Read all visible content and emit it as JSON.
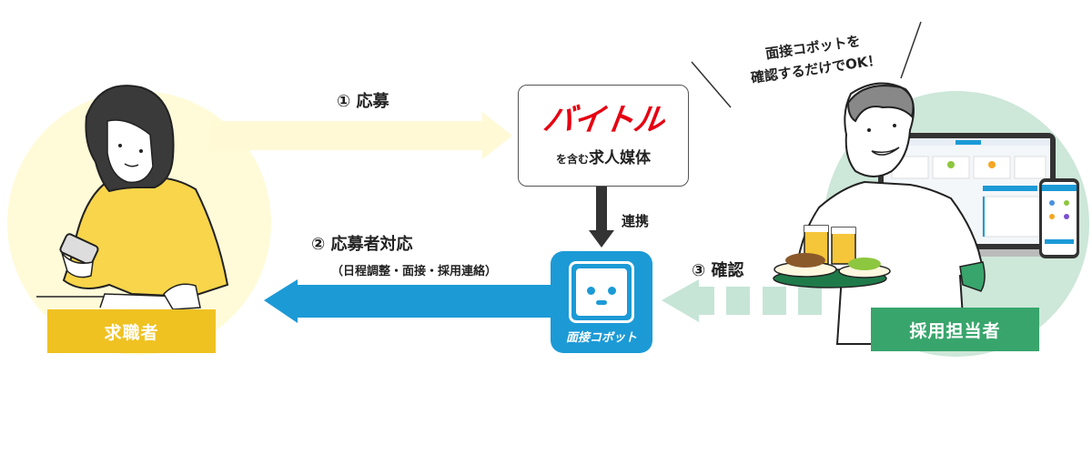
{
  "diagram": {
    "seeker": {
      "label": "求職者",
      "color": "#efc222"
    },
    "recruiter": {
      "label": "採用担当者",
      "color": "#38a56c"
    },
    "media": {
      "logo": "バイトル",
      "sub_prefix": "を含む",
      "sub_main": "求人媒体",
      "logo_color": "#e60012"
    },
    "robot": {
      "name": "面接コボット",
      "color": "#1c9ad6"
    },
    "steps": {
      "apply": "① 応募",
      "link": "連携",
      "respond": "② 応募者対応",
      "respond_detail": "（日程調整・面接・採用連絡）",
      "confirm": "③ 確認"
    },
    "speech_bubble": {
      "line1": "面接コボットを",
      "line2": "確認するだけでOK！"
    },
    "colors": {
      "apply_arrow": "#fff9d6",
      "respond_arrow": "#1c9ad6",
      "confirm_arrow": "#c6e5d6",
      "link_arrow": "#333333"
    }
  }
}
